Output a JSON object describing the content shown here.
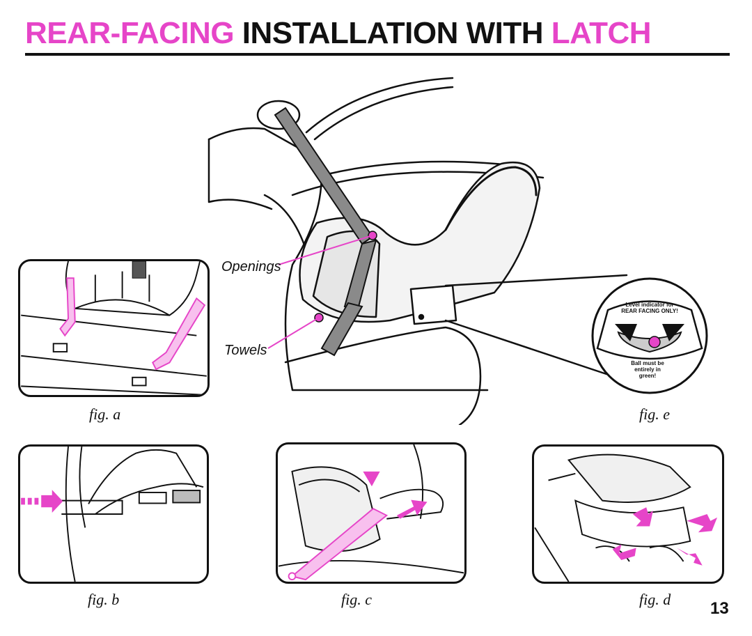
{
  "title": {
    "part1": "REAR-FACING",
    "part2": " INSTALLATION WITH ",
    "part3": "LATCH"
  },
  "colors": {
    "accent": "#e645c8",
    "ink": "#111111"
  },
  "labels": {
    "openings": "Openings",
    "towels": "Towels"
  },
  "indicator": {
    "top_line1": "Level indicator for",
    "top_line2": "REAR FACING ONLY!",
    "bottom_line1": "Ball must be",
    "bottom_line2": "entirely in",
    "bottom_line3": "green!"
  },
  "captions": {
    "fig_a": "fig. a",
    "fig_b": "fig. b",
    "fig_c": "fig. c",
    "fig_d": "fig. d",
    "fig_e": "fig. e"
  },
  "page_number": "13"
}
